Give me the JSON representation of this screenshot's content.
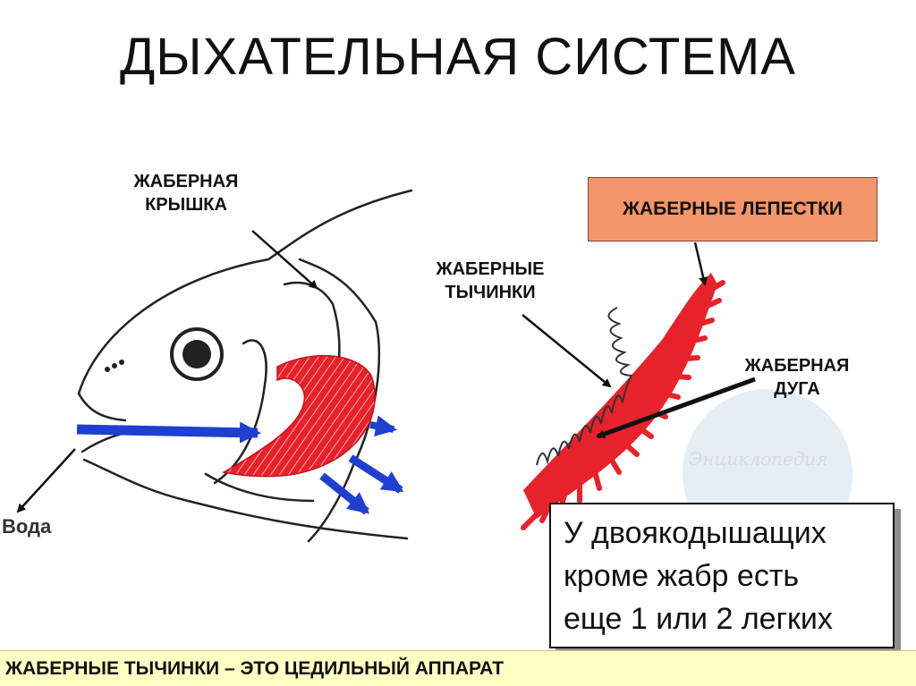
{
  "title": "ДЫХАТЕЛЬНАЯ СИСТЕМА",
  "labels": {
    "operculum": [
      "ЖАБЕРНАЯ",
      "КРЫШКА"
    ],
    "rakers": [
      "ЖАБЕРНЫЕ",
      "ТЫЧИНКИ"
    ],
    "filaments": "ЖАБЕРНЫЕ ЛЕПЕСТКИ",
    "arch": [
      "ЖАБЕРНАЯ",
      "ДУГА"
    ],
    "water": "Вода"
  },
  "note": {
    "lines": [
      "У двоякодышащих",
      "кроме жабр есть",
      "еще 1 или 2 легких"
    ]
  },
  "footer": "ЖАБЕРНЫЕ ТЫЧИНКИ – ЭТО ЦЕДИЛЬНЫЙ АППАРАТ",
  "colors": {
    "gill_red": "#e8222a",
    "water_arrow": "#1f3fd0",
    "label_box": "#f4966a",
    "footer_bg": "#ffffc4"
  }
}
